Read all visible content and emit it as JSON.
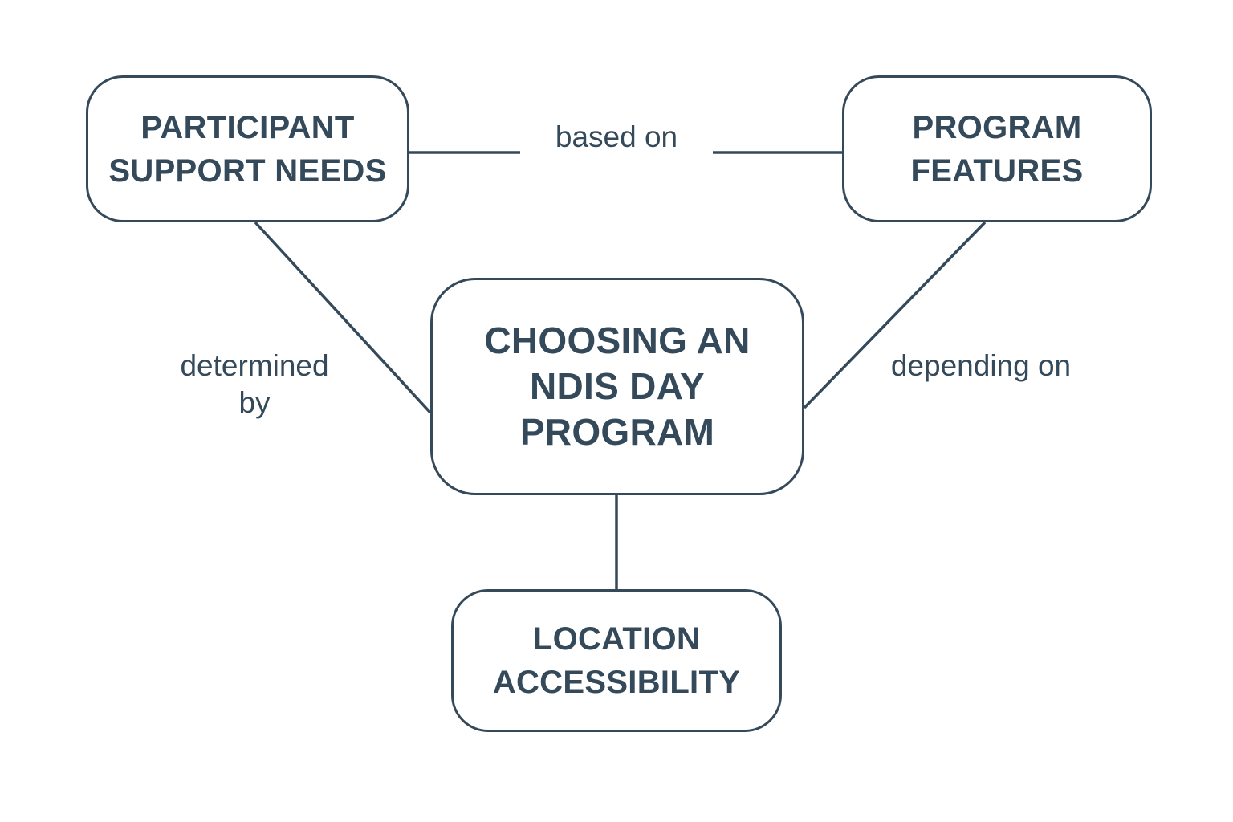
{
  "theme": {
    "stroke_color": "#34495a",
    "text_color": "#34495a",
    "background": "#ffffff"
  },
  "nodes": {
    "participant_needs": {
      "lines": [
        "PARTICIPANT",
        "SUPPORT NEEDS"
      ]
    },
    "program_features": {
      "lines": [
        "PROGRAM",
        "FEATURES"
      ]
    },
    "center": {
      "lines": [
        "CHOOSING AN",
        "NDIS DAY",
        "PROGRAM"
      ]
    },
    "location": {
      "lines": [
        "LOCATION",
        "ACCESSIBILITY"
      ]
    }
  },
  "edges": {
    "based_on": {
      "lines": [
        "based on"
      ]
    },
    "determined_by": {
      "lines": [
        "determined",
        "by"
      ]
    },
    "depending_on": {
      "lines": [
        "depending on"
      ]
    }
  }
}
